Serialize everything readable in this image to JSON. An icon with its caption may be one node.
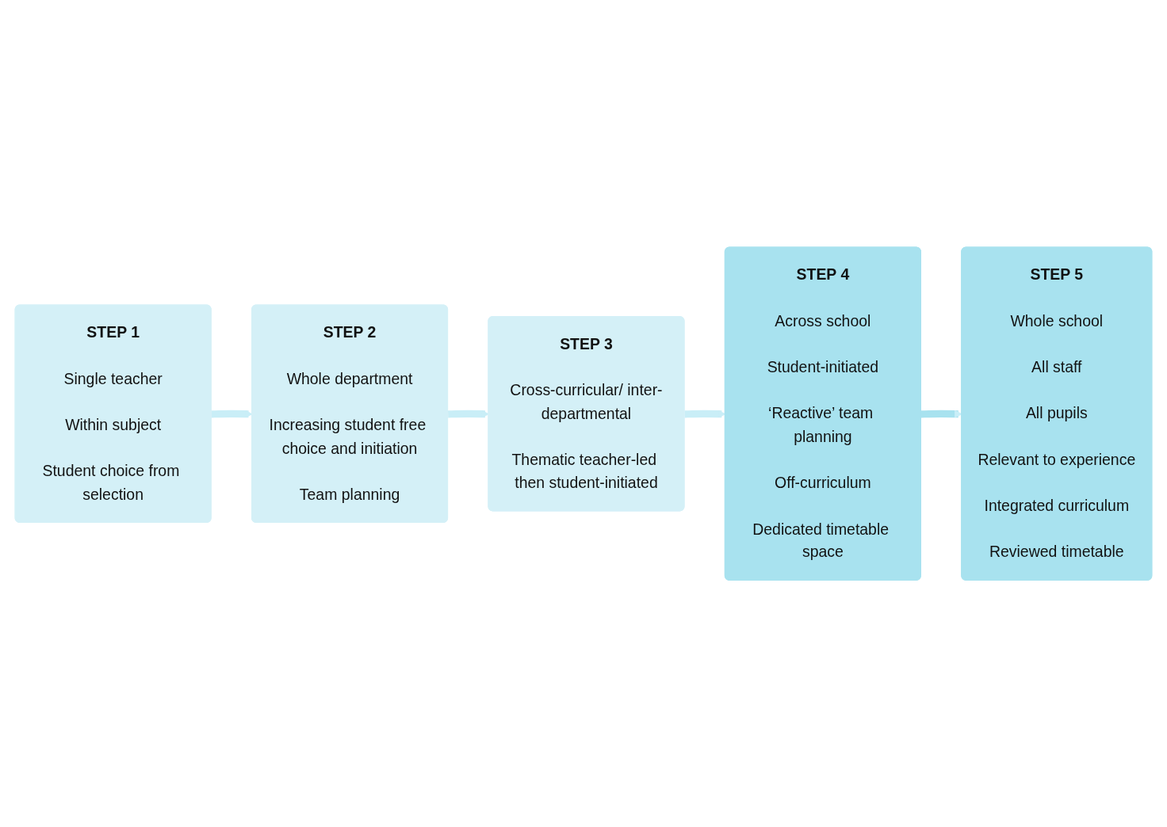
{
  "diagram": {
    "nodes": [
      {
        "text": [
          "STEP 1",
          "Single teacher",
          "Within subject",
          "Student choice from selection"
        ]
      },
      {
        "text": [
          "STEP 2",
          "Whole department",
          "Increasing student free choice and initiation",
          "Team planning"
        ]
      },
      {
        "text": [
          "STEP 3",
          "Cross-curricular/ inter-departmental",
          "Thematic teacher-led then student-initiated"
        ]
      },
      {
        "text": [
          "STEP 4",
          "Across school",
          "Student-initiated",
          "‘Reactive’ team planning",
          "Off-curriculum",
          "Dedicated timetable space"
        ]
      },
      {
        "text": [
          "STEP 5",
          "Whole school",
          "All staff",
          "All pupils",
          "Relevant to experience",
          "Integrated curriculum",
          "Reviewed timetable"
        ]
      }
    ],
    "edges": [
      {
        "from": 0,
        "to": 1,
        "arrow": "to"
      },
      {
        "from": 1,
        "to": 2,
        "arrow": "to"
      },
      {
        "from": 2,
        "to": 3,
        "arrow": "to"
      },
      {
        "from": 3,
        "to": 4,
        "arrow": "to",
        "color": "#a8e2ef"
      }
    ]
  }
}
